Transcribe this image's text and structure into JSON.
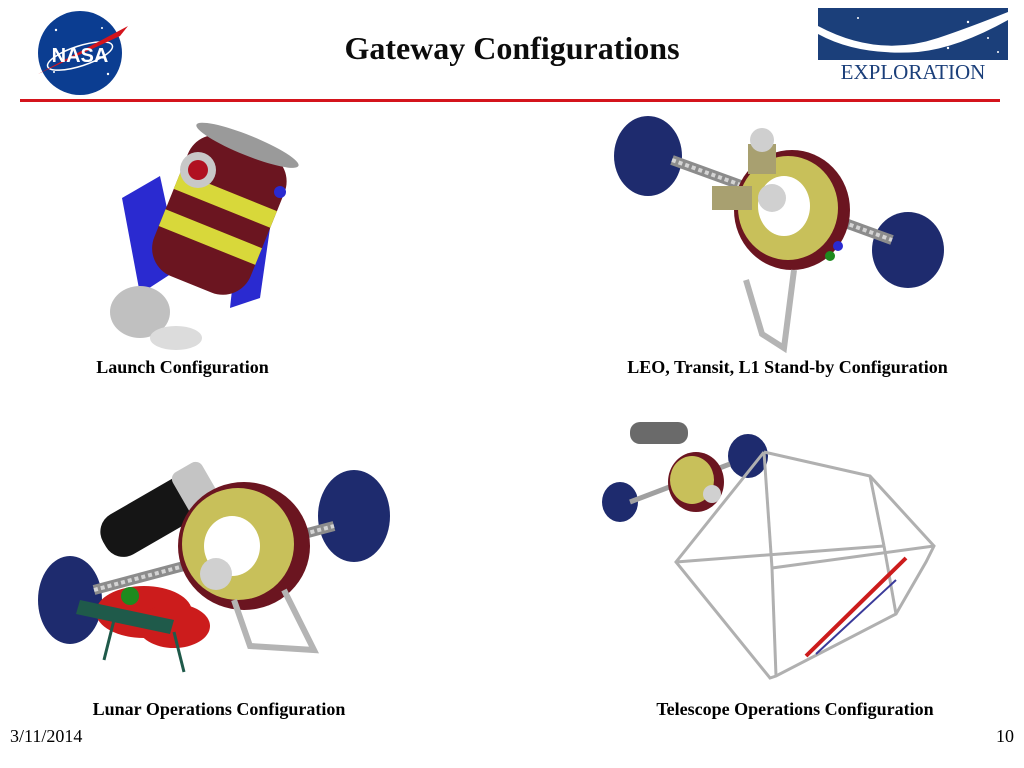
{
  "slide": {
    "title": "Gateway Configurations",
    "date": "3/11/2014",
    "page_number": "10"
  },
  "logos": {
    "nasa_text": "NASA",
    "exploration_text": "EXPLORATION"
  },
  "figures": [
    {
      "caption": "Launch Configuration"
    },
    {
      "caption": "LEO, Transit, L1 Stand-by Configuration"
    },
    {
      "caption": "Lunar Operations Configuration"
    },
    {
      "caption": "Telescope Operations Configuration"
    }
  ],
  "colors": {
    "accent_rule": "#d4141c",
    "nasa_blue": "#0b3d91",
    "exploration_blue": "#1b3f7a"
  }
}
